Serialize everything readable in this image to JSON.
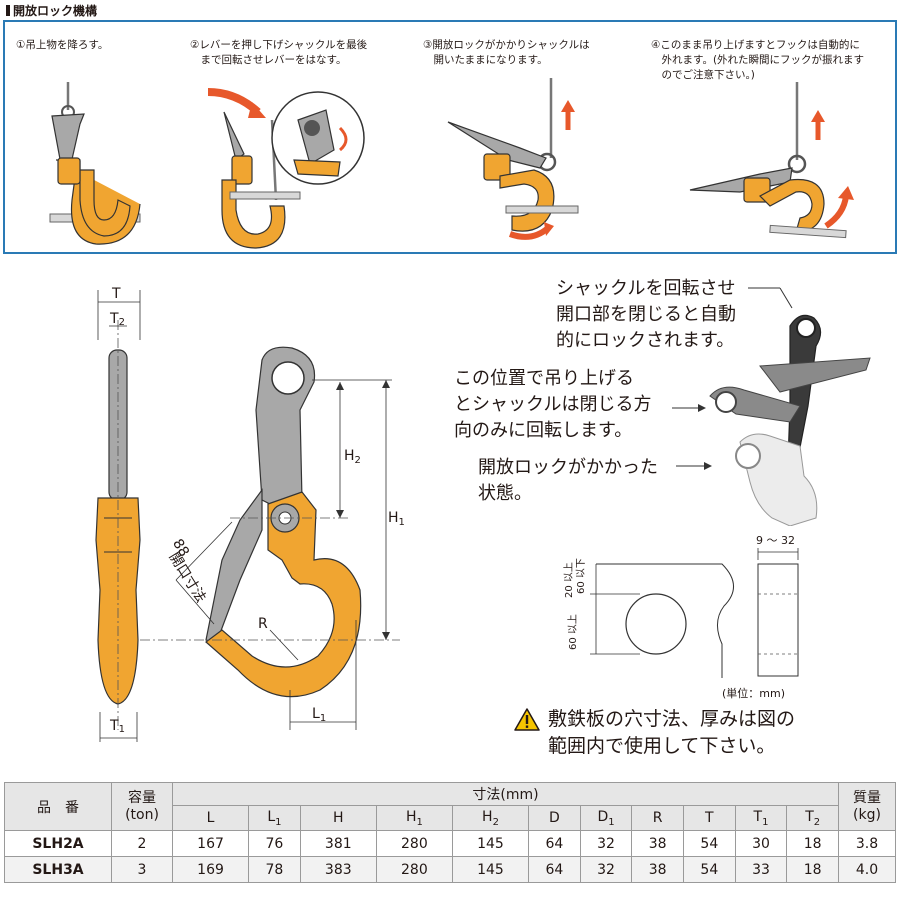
{
  "section_title": "開放ロック機構",
  "steps": [
    {
      "text": "①吊上物を降ろす。"
    },
    {
      "text": "②レバーを押し下げシャックルを最後\n　まで回転させレバーをはなす。"
    },
    {
      "text": "③開放ロックがかかりシャックルは\n　開いたままになります。"
    },
    {
      "text": "④このまま吊り上げますとフックは自動的に\n　外れます。(外れた瞬間にフックが振れます\n　のでご注意下さい。)"
    }
  ],
  "dims": {
    "T": "T",
    "T2": "T",
    "T2_sub": "2",
    "T1": "T",
    "T1_sub": "1",
    "H1": "H",
    "H1_sub": "1",
    "H2": "H",
    "H2_sub": "2",
    "R": "R",
    "L1": "L",
    "L1_sub": "1",
    "opening_value": "88",
    "opening_label": "開口寸法"
  },
  "callouts": {
    "c1": "シャックルを回転させ\n開口部を閉じると自動\n的にロックされます。",
    "c2": "この位置で吊り上げる\nとシャックルは閉じる方\n向のみに回転します。",
    "c3": "開放ロックがかかった\n状態。"
  },
  "plate": {
    "thickness": "9 ～ 32",
    "top_a": "20 以上",
    "top_b": "60 以下",
    "hole": "60 以上",
    "unit": "(単位：mm)"
  },
  "warning": "敷鉄板の穴寸法、厚みは図の\n範囲内で使用して下さい。",
  "colors": {
    "accent_orange": "#f0a531",
    "frame_blue": "#2a7ab5",
    "gray_metal": "#a8a8a8"
  },
  "table": {
    "headers": {
      "model": "品　番",
      "capacity": "容量",
      "capacity_unit": "(ton)",
      "dims": "寸法(mm)",
      "weight": "質量",
      "weight_unit": "(kg)"
    },
    "dim_columns": [
      {
        "main": "L",
        "sub": ""
      },
      {
        "main": "L",
        "sub": "1"
      },
      {
        "main": "H",
        "sub": ""
      },
      {
        "main": "H",
        "sub": "1"
      },
      {
        "main": "H",
        "sub": "2"
      },
      {
        "main": "D",
        "sub": ""
      },
      {
        "main": "D",
        "sub": "1"
      },
      {
        "main": "R",
        "sub": ""
      },
      {
        "main": "T",
        "sub": ""
      },
      {
        "main": "T",
        "sub": "1"
      },
      {
        "main": "T",
        "sub": "2"
      }
    ],
    "rows": [
      {
        "model": "SLH2A",
        "capacity": "2",
        "dims": [
          "167",
          "76",
          "381",
          "280",
          "145",
          "64",
          "32",
          "38",
          "54",
          "30",
          "18"
        ],
        "weight": "3.8"
      },
      {
        "model": "SLH3A",
        "capacity": "3",
        "dims": [
          "169",
          "78",
          "383",
          "280",
          "145",
          "64",
          "32",
          "38",
          "54",
          "33",
          "18"
        ],
        "weight": "4.0"
      }
    ]
  }
}
